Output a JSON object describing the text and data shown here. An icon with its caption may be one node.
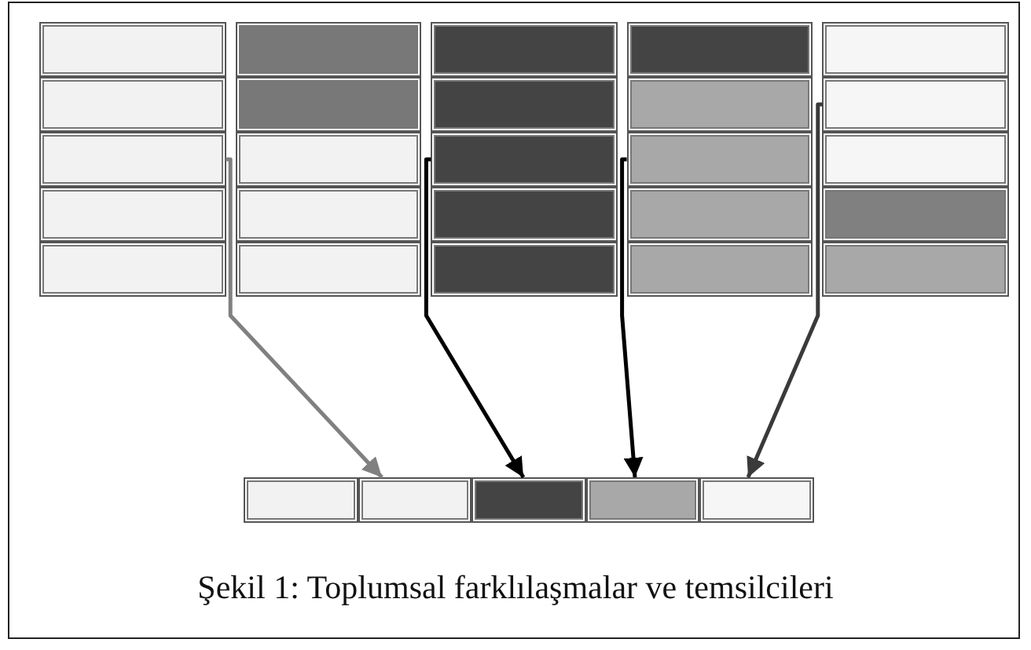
{
  "diagram": {
    "caption": "Şekil 1: Toplumsal farklılaşmalar ve temsilcileri",
    "nodes": [
      {
        "text": [],
        "shape": "box"
      },
      {
        "text": [],
        "shape": "box"
      },
      {
        "text": [],
        "shape": "box"
      },
      {
        "text": [],
        "shape": "box"
      },
      {
        "text": [],
        "shape": "box"
      },
      {
        "text": [],
        "shape": "box"
      },
      {
        "text": [],
        "shape": "box"
      },
      {
        "text": [],
        "shape": "box"
      },
      {
        "text": [],
        "shape": "box"
      },
      {
        "text": [],
        "shape": "box"
      },
      {
        "text": [],
        "shape": "box"
      },
      {
        "text": [],
        "shape": "box"
      },
      {
        "text": [],
        "shape": "box"
      },
      {
        "text": [],
        "shape": "box"
      },
      {
        "text": [],
        "shape": "box"
      },
      {
        "text": [],
        "shape": "box"
      },
      {
        "text": [],
        "shape": "box"
      },
      {
        "text": [],
        "shape": "box"
      },
      {
        "text": [],
        "shape": "box"
      },
      {
        "text": [],
        "shape": "box"
      },
      {
        "text": [],
        "shape": "box"
      },
      {
        "text": [],
        "shape": "box"
      },
      {
        "text": [],
        "shape": "box"
      },
      {
        "text": [],
        "shape": "box"
      },
      {
        "text": [],
        "shape": "box"
      },
      {
        "text": [],
        "shape": "box"
      },
      {
        "text": [],
        "shape": "box"
      },
      {
        "text": [],
        "shape": "box"
      },
      {
        "text": [],
        "shape": "box"
      },
      {
        "text": [],
        "shape": "box"
      }
    ],
    "edges": [
      {
        "from": 10,
        "to": 26,
        "arrow": "to",
        "color": "#808080"
      },
      {
        "from": 12,
        "to": 27,
        "arrow": "to"
      },
      {
        "from": 13,
        "to": 28,
        "arrow": "to"
      },
      {
        "from": 9,
        "to": 29,
        "arrow": "to",
        "color": "#3a3a3a"
      }
    ]
  }
}
